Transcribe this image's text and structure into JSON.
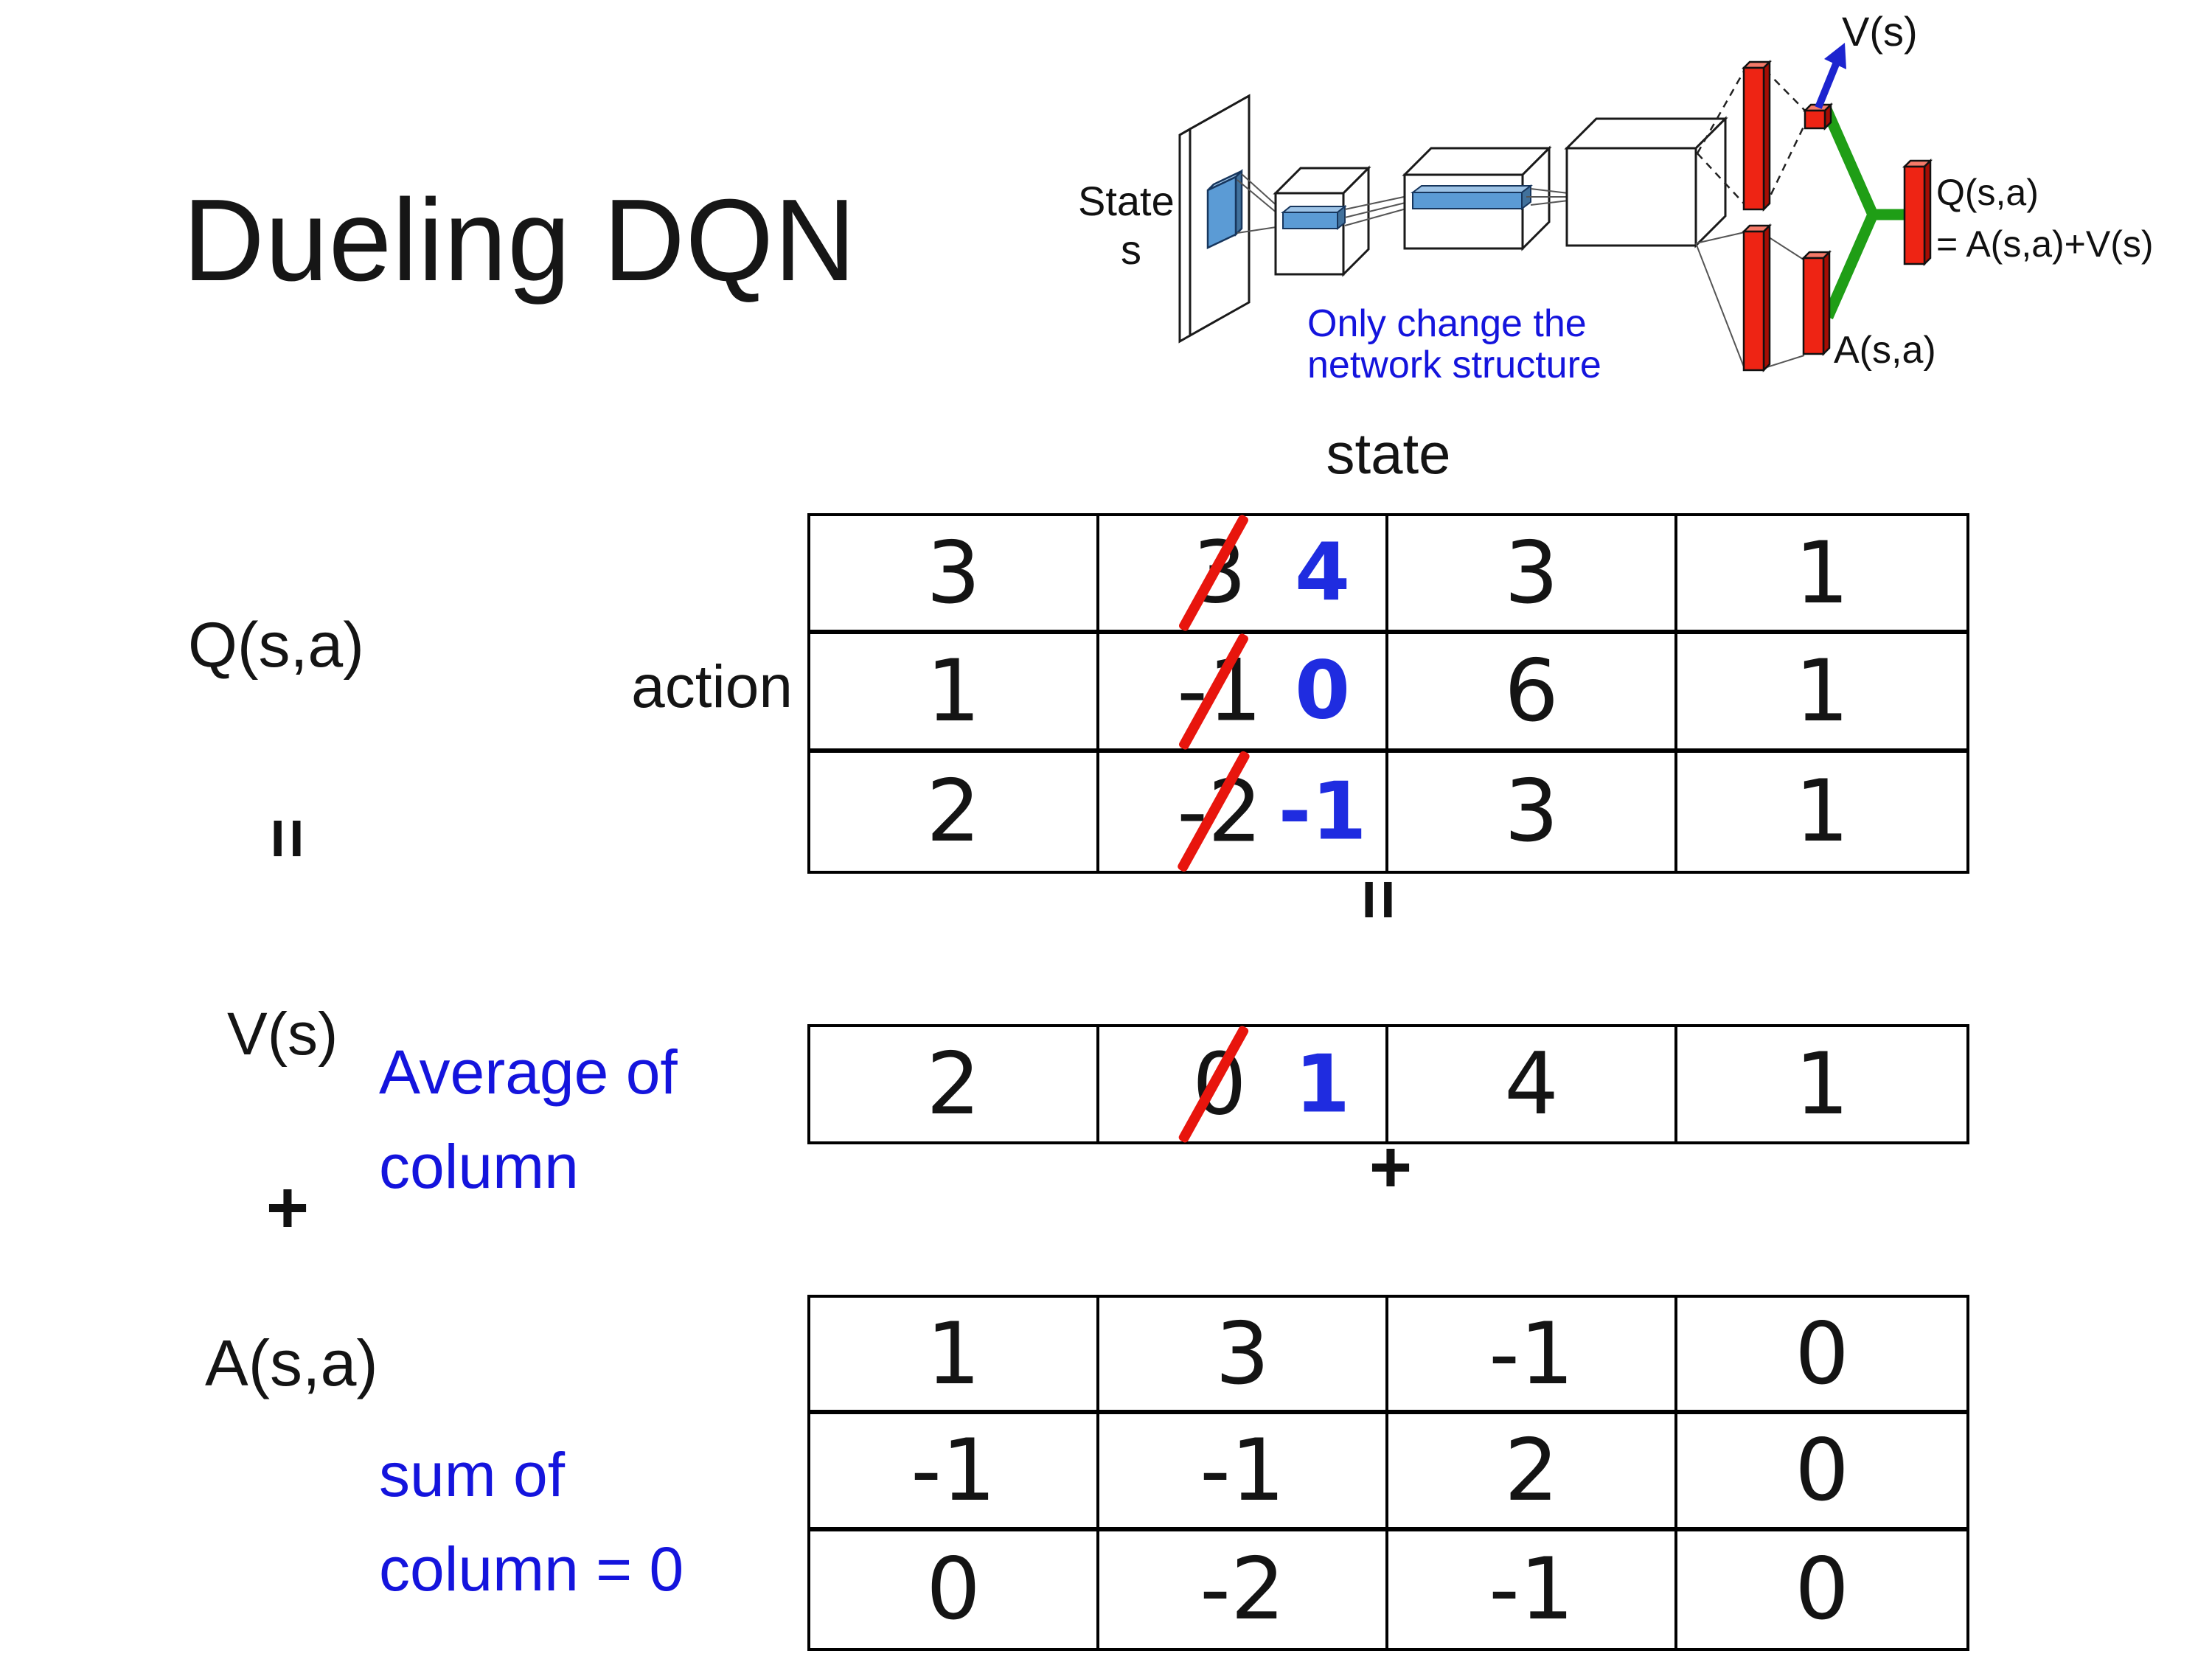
{
  "title": "Dueling DQN",
  "colors": {
    "annotation_blue": "#1414dd",
    "new_value_blue": "#1f2ce0",
    "strike_red": "#e8150d",
    "bar_red_front": "#ee2414",
    "bar_red_side": "#a50d04",
    "bar_red_top": "#f57a69",
    "link_green": "#1f9e16",
    "arrow_blue": "#1c24cf",
    "filter_blue_front": "#5b9bd5",
    "filter_blue_top": "#9dc3e6",
    "filter_blue_side": "#41719c"
  },
  "diagram": {
    "state_line1": "State",
    "state_line2": "s",
    "note_line1": "Only change the",
    "note_line2": "network structure",
    "v_out": "V(s)",
    "a_out": "A(s,a)",
    "q_out_line1": "Q(s,a)",
    "q_out_line2": "= A(s,a)+V(s)"
  },
  "labels": {
    "q": "Q(s,a)",
    "action": "action",
    "state": "state",
    "equals": "=",
    "plus": "+",
    "v": "V(s)",
    "a": "A(s,a)",
    "avg_line1": "Average of",
    "avg_line2": "column",
    "sum_line1": "sum of",
    "sum_line2": "column = 0"
  },
  "q_table": {
    "rows": [
      {
        "cells": [
          {
            "v": "3"
          },
          {
            "old": "3",
            "new": "4"
          },
          {
            "v": "3"
          },
          {
            "v": "1"
          }
        ]
      },
      {
        "cells": [
          {
            "v": "1"
          },
          {
            "old": "-1",
            "new": "0"
          },
          {
            "v": "6"
          },
          {
            "v": "1"
          }
        ]
      },
      {
        "cells": [
          {
            "v": "2"
          },
          {
            "old": "-2",
            "new": "-1"
          },
          {
            "v": "3"
          },
          {
            "v": "1"
          }
        ]
      }
    ]
  },
  "v_row": {
    "cells": [
      {
        "v": "2"
      },
      {
        "old": "0",
        "new": "1"
      },
      {
        "v": "4"
      },
      {
        "v": "1"
      }
    ]
  },
  "a_table": {
    "rows": [
      {
        "cells": [
          {
            "v": "1"
          },
          {
            "v": "3"
          },
          {
            "v": "-1"
          },
          {
            "v": "0"
          }
        ]
      },
      {
        "cells": [
          {
            "v": "-1"
          },
          {
            "v": "-1"
          },
          {
            "v": "2"
          },
          {
            "v": "0"
          }
        ]
      },
      {
        "cells": [
          {
            "v": "0"
          },
          {
            "v": "-2"
          },
          {
            "v": "-1"
          },
          {
            "v": "0"
          }
        ]
      }
    ]
  }
}
